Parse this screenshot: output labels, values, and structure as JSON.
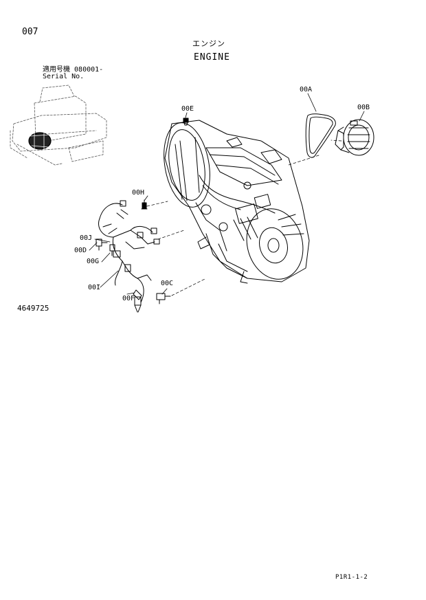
{
  "header": {
    "page_number": "007",
    "title_jp": "エンジン",
    "title_en": "ENGINE",
    "serial_label_jp": "適用号機",
    "serial_range": "080001-",
    "serial_label_en": "Serial No."
  },
  "callouts": [
    {
      "id": "00A",
      "label": "00A"
    },
    {
      "id": "00B",
      "label": "00B"
    },
    {
      "id": "00C",
      "label": "00C"
    },
    {
      "id": "00D",
      "label": "00D"
    },
    {
      "id": "00E",
      "label": "00E"
    },
    {
      "id": "00F",
      "label": "00F"
    },
    {
      "id": "00G",
      "label": "00G"
    },
    {
      "id": "00H",
      "label": "00H"
    },
    {
      "id": "00I",
      "label": "00I"
    },
    {
      "id": "00J",
      "label": "00J"
    }
  ],
  "footer": {
    "drawing_number": "4649725",
    "page_code": "P1R1-1-2"
  }
}
